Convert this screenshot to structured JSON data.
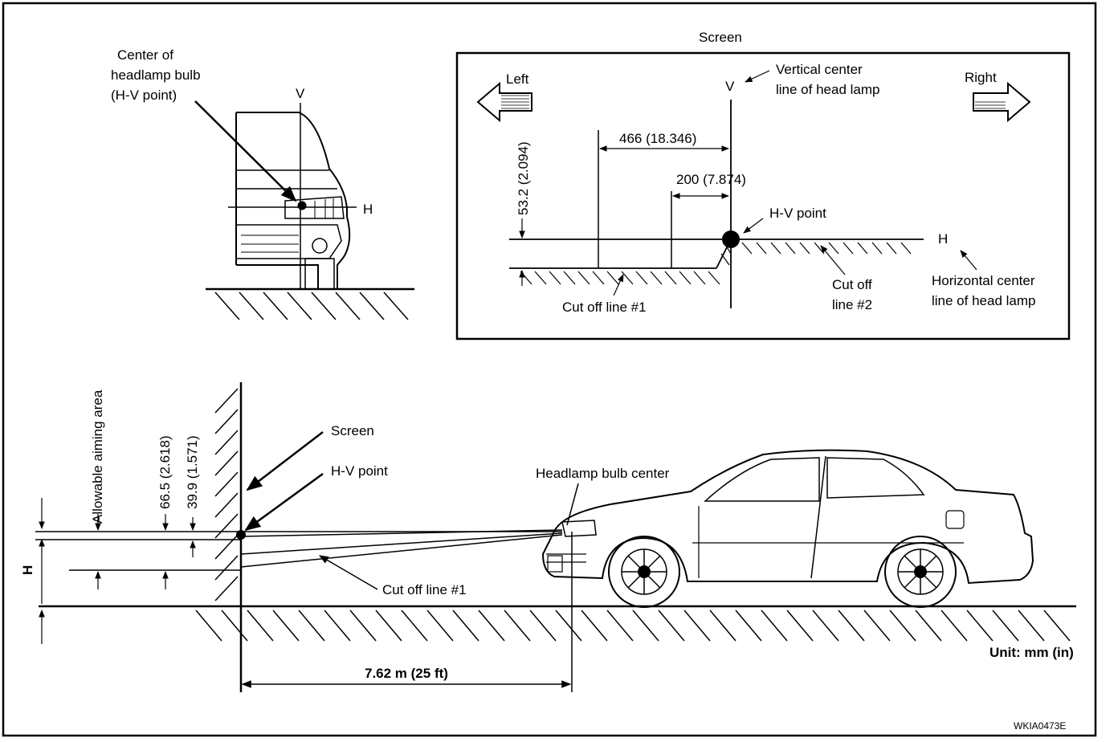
{
  "figure_code": "WKIA0473E",
  "unit_note": "Unit: mm (in)",
  "front_view": {
    "callout": [
      "Center of",
      "headlamp  bulb",
      "(H-V point)"
    ],
    "v_label": "V",
    "h_label": "H"
  },
  "screen_panel": {
    "title": "Screen",
    "left_label": "Left",
    "right_label": "Right",
    "v_label": "V",
    "h_label": "H",
    "vertical_center": [
      "Vertical center",
      "line of head lamp"
    ],
    "horizontal_center": [
      "Horizontal center",
      "line of head lamp"
    ],
    "dim_466": "466 (18.346)",
    "dim_200": "200 (7.874)",
    "dim_53": "53.2 (2.094)",
    "hv_point": "H-V point",
    "cutoff_1": "Cut off line  #1",
    "cutoff_2": [
      "Cut off",
      "line #2"
    ]
  },
  "side_view": {
    "screen_label": "Screen",
    "hv_point": "H-V point",
    "bulb_center": "Headlamp bulb center",
    "cutoff_1": "Cut off line #1",
    "aiming_area": "Allowable aiming area",
    "dim_665": "66.5 (2.618)",
    "dim_399": "39.9 (1.571)",
    "h_label": "H",
    "distance": "7.62 m (25 ft)"
  }
}
